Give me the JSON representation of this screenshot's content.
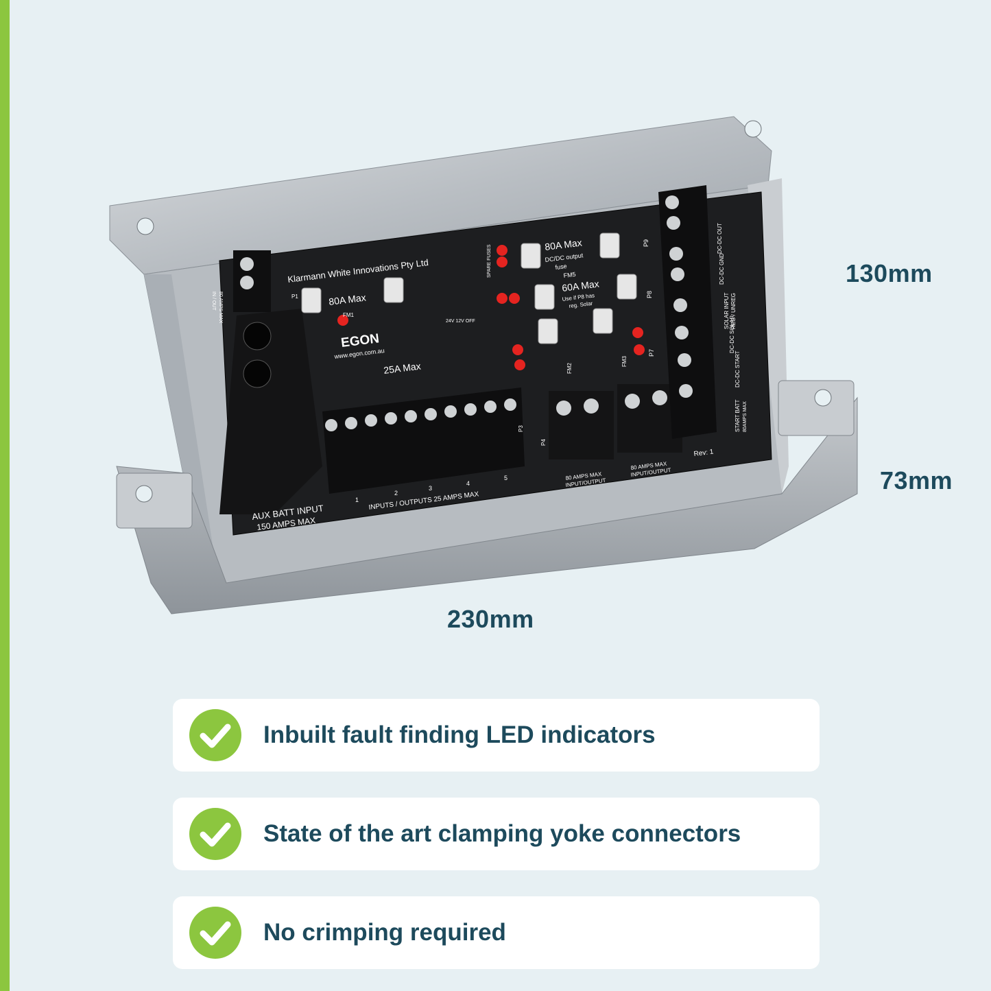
{
  "brand": {
    "accent_color": "#8cc63f",
    "text_color": "#1d4a5c",
    "background_color": "#e7f0f3"
  },
  "dimensions": {
    "height": "130mm",
    "depth": "73mm",
    "width": "230mm"
  },
  "product_image": {
    "pcb_labels": {
      "maker": "Klarmann White Innovations Pty Ltd",
      "brand": "EGON",
      "website": "www.egon.com.au",
      "fuse_80a": "80A Max",
      "fuse_60a": "60A Max",
      "fuse_25a": "25A Max",
      "dcdc_output": "DC/DC output",
      "fuse_word": "fuse",
      "solar_note": "Use if P8 has",
      "solar_note_2": "reg. Solar",
      "aux_batt": "AUX BATT INPUT",
      "aux_batt_max": "150 AMPS MAX",
      "inputs_outputs": "INPUTS / OUTPUTS 25 AMPS MAX",
      "amps_80": "80 AMPS MAX",
      "input_output": "INPUT/OUTPUT",
      "rev": "Rev: 1",
      "spare_fuses": "SPARE FUSES",
      "start_batt": "START BATT",
      "start_batt_max": "80AMPS MAX",
      "dcdc_start": "DC-DC START",
      "dcdc_solar": "DC-DC SOLAR",
      "solar_input": "SOLAR INPUT",
      "reg_unreg": "REG / UNREG",
      "dcdc_gnd": "DC-DC GND",
      "dcdc_out": "DC-DC OUT",
      "p1": "P1",
      "p3": "P3",
      "p4": "P4",
      "p7": "P7",
      "p8": "P8",
      "p9": "P9",
      "fm1": "FM1",
      "fm2": "FM2",
      "fm3": "FM3",
      "fm5": "FM5",
      "voltage": "24V 12V OFF",
      "n1": "1",
      "n2": "2",
      "n3": "3",
      "n4": "4",
      "n5": "5",
      "in_out": "IN / OUT",
      "in_out_max": "80 AMPS MAX"
    }
  },
  "features": [
    {
      "icon": "check-circle-icon",
      "text": "Inbuilt fault finding LED indicators"
    },
    {
      "icon": "check-circle-icon",
      "text": "State of the art clamping yoke connectors"
    },
    {
      "icon": "check-circle-icon",
      "text": "No crimping required"
    }
  ]
}
